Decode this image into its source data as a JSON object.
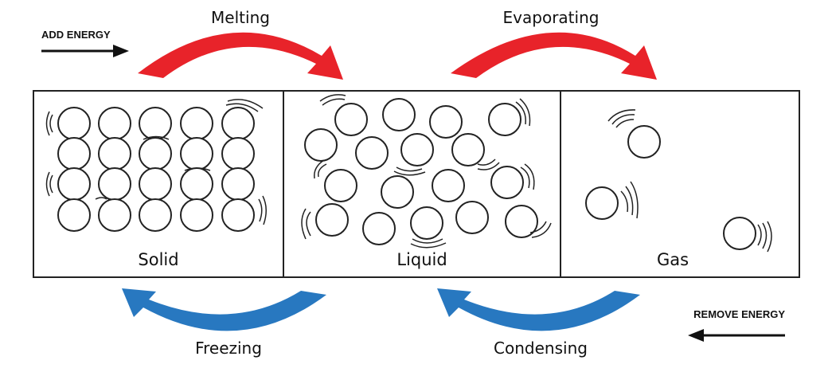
{
  "processes": {
    "melting": "Melting",
    "evaporating": "Evaporating",
    "freezing": "Freezing",
    "condensing": "Condensing"
  },
  "energy": {
    "add": "ADD ENERGY",
    "remove": "REMOVE ENERGY"
  },
  "states": {
    "solid": "Solid",
    "liquid": "Liquid",
    "gas": "Gas"
  },
  "colors": {
    "add_arrow": "#e8232a",
    "remove_arrow": "#2878c0",
    "outline": "#222222"
  },
  "icons": {
    "particle": "molecule-circle-icon",
    "motion": "motion-lines-icon"
  }
}
